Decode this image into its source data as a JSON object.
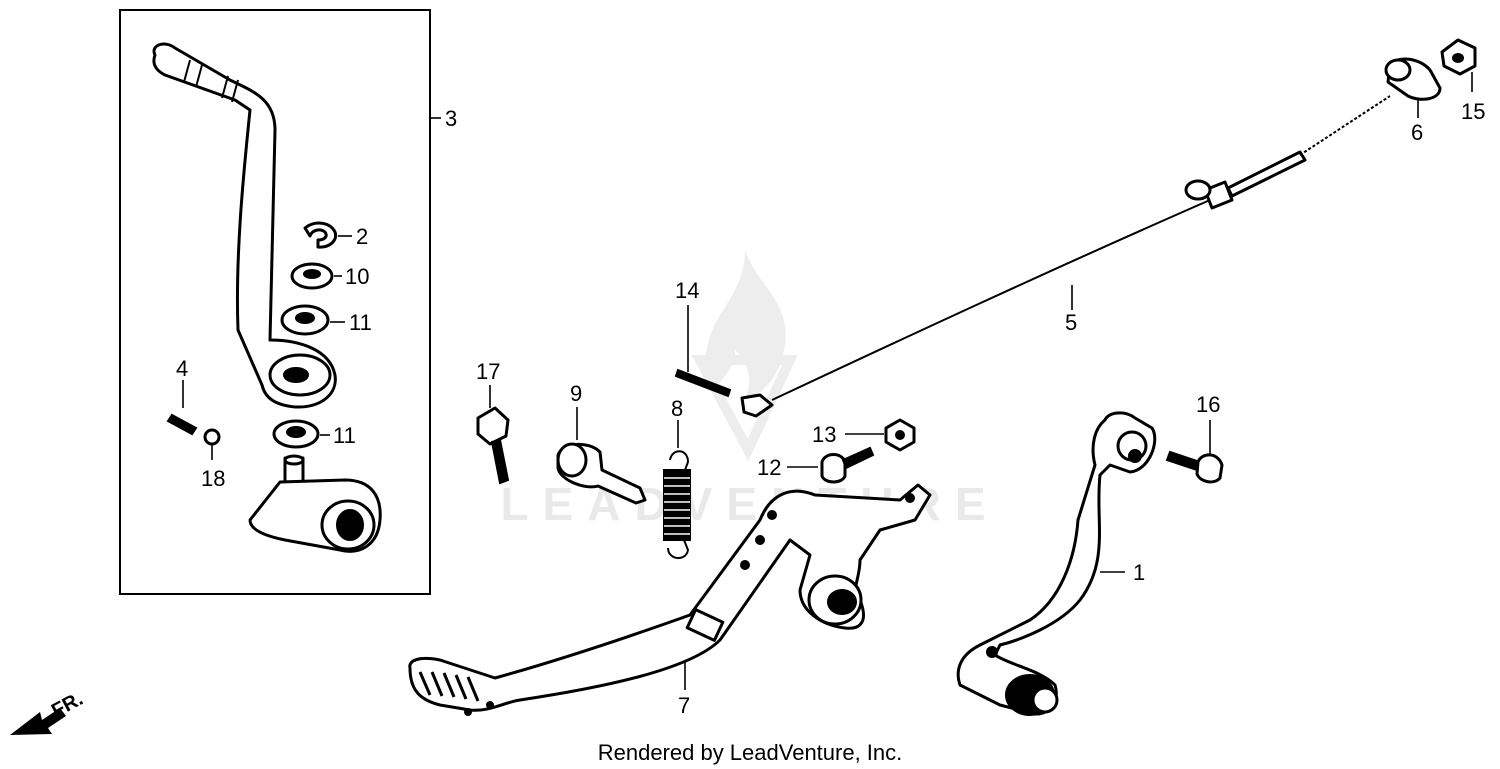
{
  "diagram": {
    "frame_label": "3",
    "callouts": [
      {
        "id": "c1",
        "text": "1"
      },
      {
        "id": "c2",
        "text": "2"
      },
      {
        "id": "c3",
        "text": "3"
      },
      {
        "id": "c4",
        "text": "4"
      },
      {
        "id": "c5",
        "text": "5"
      },
      {
        "id": "c6",
        "text": "6"
      },
      {
        "id": "c7",
        "text": "7"
      },
      {
        "id": "c8",
        "text": "8"
      },
      {
        "id": "c9",
        "text": "9"
      },
      {
        "id": "c10",
        "text": "10"
      },
      {
        "id": "c11a",
        "text": "11"
      },
      {
        "id": "c11b",
        "text": "11"
      },
      {
        "id": "c12",
        "text": "12"
      },
      {
        "id": "c13",
        "text": "13"
      },
      {
        "id": "c14",
        "text": "14"
      },
      {
        "id": "c15",
        "text": "15"
      },
      {
        "id": "c16",
        "text": "16"
      },
      {
        "id": "c17",
        "text": "17"
      },
      {
        "id": "c18",
        "text": "18"
      }
    ],
    "direction_label": "FR.",
    "watermark": "LEADVENTURE",
    "footer": "Rendered by LeadVenture, Inc."
  }
}
